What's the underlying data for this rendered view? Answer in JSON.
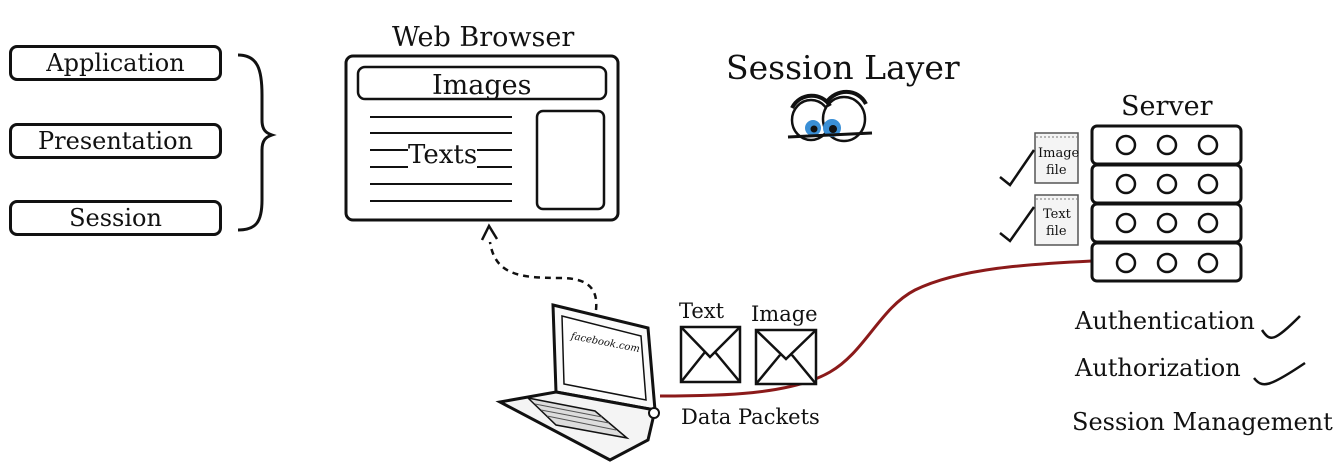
{
  "osi_layers": [
    "Application",
    "Presentation",
    "Session"
  ],
  "browser": {
    "title": "Web Browser",
    "images_label": "Images",
    "texts_label": "Texts"
  },
  "session_layer_title": "Session Layer",
  "server": {
    "title": "Server",
    "files": [
      {
        "label_line1": "Image",
        "label_line2": "file"
      },
      {
        "label_line1": "Text",
        "label_line2": "file"
      }
    ]
  },
  "laptop": {
    "screen_text": "facebook.com"
  },
  "packets": {
    "text_label": "Text",
    "image_label": "Image",
    "caption": "Data Packets"
  },
  "server_functions": [
    "Authentication",
    "Authorization",
    "Session Management"
  ],
  "colors": {
    "ink": "#111111",
    "cable": "#8b1a1a",
    "eye_iris": "#3a8fd6"
  }
}
